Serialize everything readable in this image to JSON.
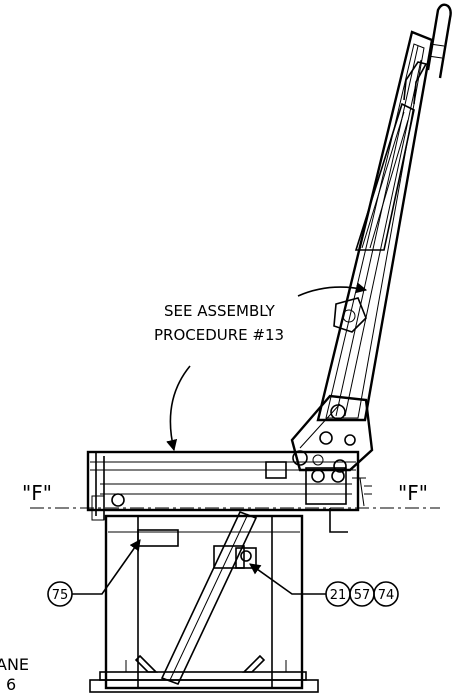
{
  "note": {
    "line1": "SEE ASSEMBLY",
    "line2": "PROCEDURE #13"
  },
  "plane_marks": {
    "left": "\"F\"",
    "right": "\"F\""
  },
  "callouts": {
    "left": "75",
    "right": [
      "21",
      "57",
      "74"
    ]
  },
  "edge_text": {
    "line1": "ANE",
    "line2": "6"
  }
}
